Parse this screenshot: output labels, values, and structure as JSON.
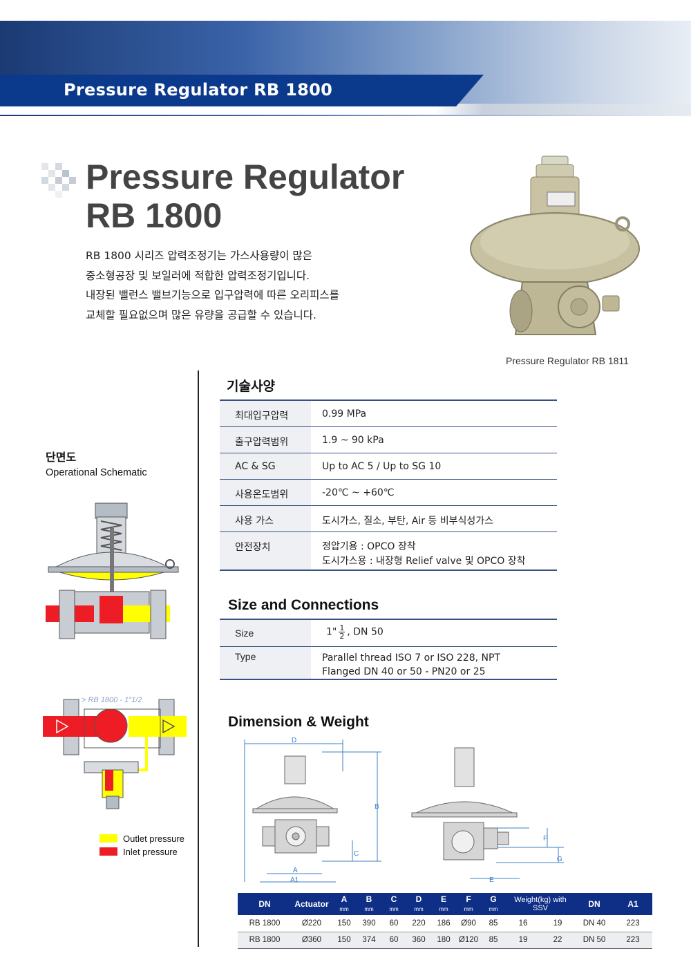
{
  "header": {
    "title": "Pressure Regulator RB 1800"
  },
  "title": {
    "line1": "Pressure Regulator",
    "line2": "RB 1800"
  },
  "intro_lines": [
    "RB 1800 시리즈 압력조정기는 가스사용량이 많은",
    "중소형공장 및 보일러에 적합한 압력조정기입니다.",
    "내장된 밸런스 밸브기능으로 입구압력에 따른 오리피스를",
    "교체할 필요없으며 많은 유량을 공급할 수 있습니다."
  ],
  "product": {
    "caption": "Pressure Regulator RB 1811"
  },
  "schematic": {
    "title_ko": "단면도",
    "title_en": "Operational Schematic",
    "callout": "> RB 1800 - 1\"1/2",
    "legend": [
      {
        "label": "Outlet pressure",
        "color": "#ffff00"
      },
      {
        "label": "Inlet pressure",
        "color": "#ee1c24"
      }
    ]
  },
  "specs": {
    "title": "기술사양",
    "rows": [
      {
        "key": "최대입구압력",
        "value": "0.99 MPa"
      },
      {
        "key": "출구압력범위",
        "value": "1.9 ~ 90 kPa"
      },
      {
        "key": "AC & SG",
        "value": "Up to AC 5 / Up to SG 10"
      },
      {
        "key": "사용온도범위",
        "value": "-20℃ ~ +60℃"
      },
      {
        "key": "사용 가스",
        "value": "도시가스, 질소, 부탄, Air 등 비부식성가스"
      },
      {
        "key": "안전장치",
        "value": "정압기용 : OPCO 장착",
        "value2": "도시가스용 : 내장형 Relief valve 및 OPCO 장착"
      }
    ]
  },
  "size": {
    "title": "Size and Connections",
    "size_key": "Size",
    "size_prefix": "1\"",
    "size_num": "1",
    "size_den": "2",
    "size_suffix": ", DN 50",
    "type_key": "Type",
    "type_line1": "Parallel thread ISO 7 or ISO 228, NPT",
    "type_line2": "Flanged DN 40 or 50 - PN20 or 25"
  },
  "dimension": {
    "title": "Dimension & Weight",
    "labels": {
      "D": "D",
      "B": "B",
      "C": "C",
      "A": "A",
      "A1": "A1",
      "F": "F",
      "G": "G",
      "E": "E"
    },
    "headers": [
      "DN",
      "Actuator",
      "A",
      "B",
      "C",
      "D",
      "E",
      "F",
      "G",
      "Weight(kg) with SSV",
      "DN",
      "A1"
    ],
    "unit": "mm",
    "rows": [
      [
        "RB 1800",
        "Ø220",
        "150",
        "390",
        "60",
        "220",
        "186",
        "Ø90",
        "85",
        "16",
        "19",
        "DN 40",
        "223"
      ],
      [
        "RB 1800",
        "Ø360",
        "150",
        "374",
        "60",
        "360",
        "180",
        "Ø120",
        "85",
        "19",
        "22",
        "DN 50",
        "223"
      ]
    ]
  }
}
